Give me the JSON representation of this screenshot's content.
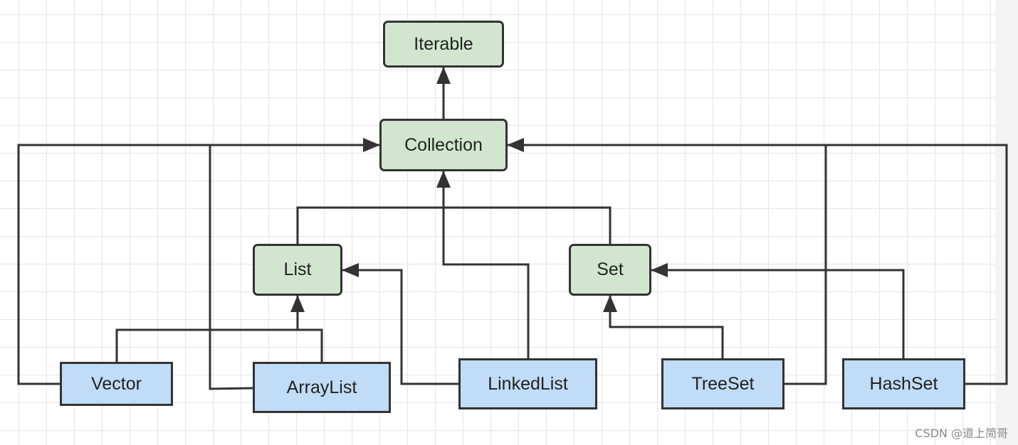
{
  "colors": {
    "interface_fill": "#d2e6cf",
    "class_fill": "#c0dcf6",
    "border": "#333333",
    "edge": "#333333"
  },
  "nodes": {
    "iterable": {
      "label": "Iterable",
      "kind": "interface"
    },
    "collection": {
      "label": "Collection",
      "kind": "interface"
    },
    "list": {
      "label": "List",
      "kind": "interface"
    },
    "set": {
      "label": "Set",
      "kind": "interface"
    },
    "vector": {
      "label": "Vector",
      "kind": "class"
    },
    "arraylist": {
      "label": "ArrayList",
      "kind": "class"
    },
    "linkedlist": {
      "label": "LinkedList",
      "kind": "class"
    },
    "treeset": {
      "label": "TreeSet",
      "kind": "class"
    },
    "hashset": {
      "label": "HashSet",
      "kind": "class"
    }
  },
  "edges": [
    {
      "from": "collection",
      "to": "iterable"
    },
    {
      "from": "list",
      "to": "collection"
    },
    {
      "from": "set",
      "to": "collection"
    },
    {
      "from": "linkedlist",
      "to": "collection"
    },
    {
      "from": "vector",
      "to": "collection"
    },
    {
      "from": "arraylist",
      "to": "collection"
    },
    {
      "from": "treeset",
      "to": "collection"
    },
    {
      "from": "hashset",
      "to": "collection"
    },
    {
      "from": "vector",
      "to": "list"
    },
    {
      "from": "arraylist",
      "to": "list"
    },
    {
      "from": "linkedlist",
      "to": "list"
    },
    {
      "from": "treeset",
      "to": "set"
    },
    {
      "from": "hashset",
      "to": "set"
    }
  ],
  "watermark": "CSDN @道上简哥"
}
